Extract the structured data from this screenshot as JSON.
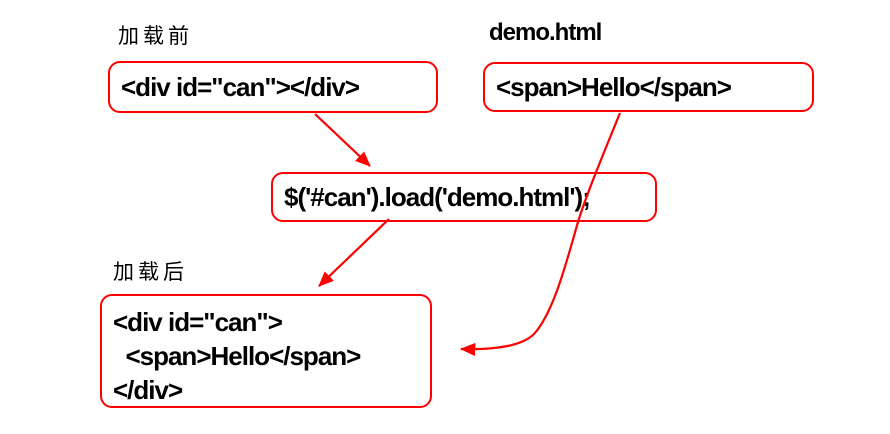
{
  "labels": {
    "before": "加载前",
    "after": "加载后",
    "file_name": "demo.html"
  },
  "boxes": {
    "before_code": "<div id=\"can\"></div>",
    "file_code": "<span>Hello</span>",
    "load_statement": "$('#can').load('demo.html');",
    "after_code_lines": [
      "<div id=\"can\">",
      "  <span>Hello</span>",
      "</div>"
    ]
  },
  "connections": [
    {
      "from": "before_code",
      "to": "load_statement",
      "style": "straight"
    },
    {
      "from": "load_statement",
      "to": "after_code",
      "style": "straight"
    },
    {
      "from": "file_code",
      "to": "after_code",
      "style": "curved"
    }
  ],
  "colors": {
    "accent": "#ff0000",
    "text": "#000000",
    "background": "#ffffff"
  }
}
